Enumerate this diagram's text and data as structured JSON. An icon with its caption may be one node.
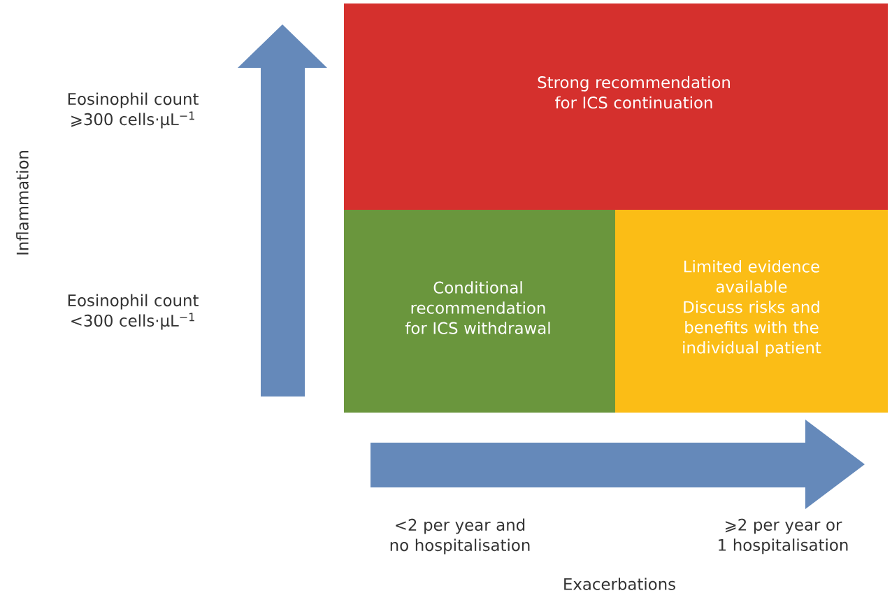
{
  "diagram": {
    "nodes": [
      {
        "text": [
          "Strong recommendation for ICS continuation"
        ]
      },
      {
        "text": [
          "Conditional recommendation for ICS withdrawal"
        ]
      },
      {
        "text": [
          "Limited evidence available",
          "Discuss risks and benefits with the individual patient"
        ]
      }
    ],
    "labels": [
      "Inflammation",
      "Eosinophil count ⩾300 cells·µL$^{−1}$",
      "Eosinophil count <300 cells·µL$^{−1}$",
      "<2 per year and no hospitalisation",
      "⩾2 per year or 1 hospitalisation",
      "Exacerbations"
    ]
  }
}
